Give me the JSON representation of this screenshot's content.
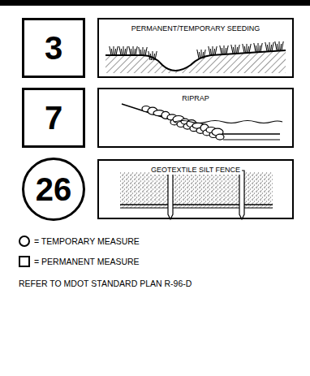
{
  "diagram": {
    "nodes": [
      {
        "text": [
          "3"
        ]
      },
      {
        "text": [
          "PERMANENT/TEMPORARY SEEDING"
        ]
      },
      {
        "text": [
          "7"
        ]
      },
      {
        "text": [
          "RIPRAP"
        ]
      },
      {
        "text": [
          "26"
        ]
      },
      {
        "text": [
          "GEOTEXTILE SILT FENCE"
        ]
      }
    ],
    "labels": [
      "REFER TO MDOT STANDARD PLAN R-96-D"
    ],
    "legend": [
      {
        "text": "= TEMPORARY MEASURE"
      },
      {
        "text": "= PERMANENT MEASURE"
      }
    ]
  }
}
